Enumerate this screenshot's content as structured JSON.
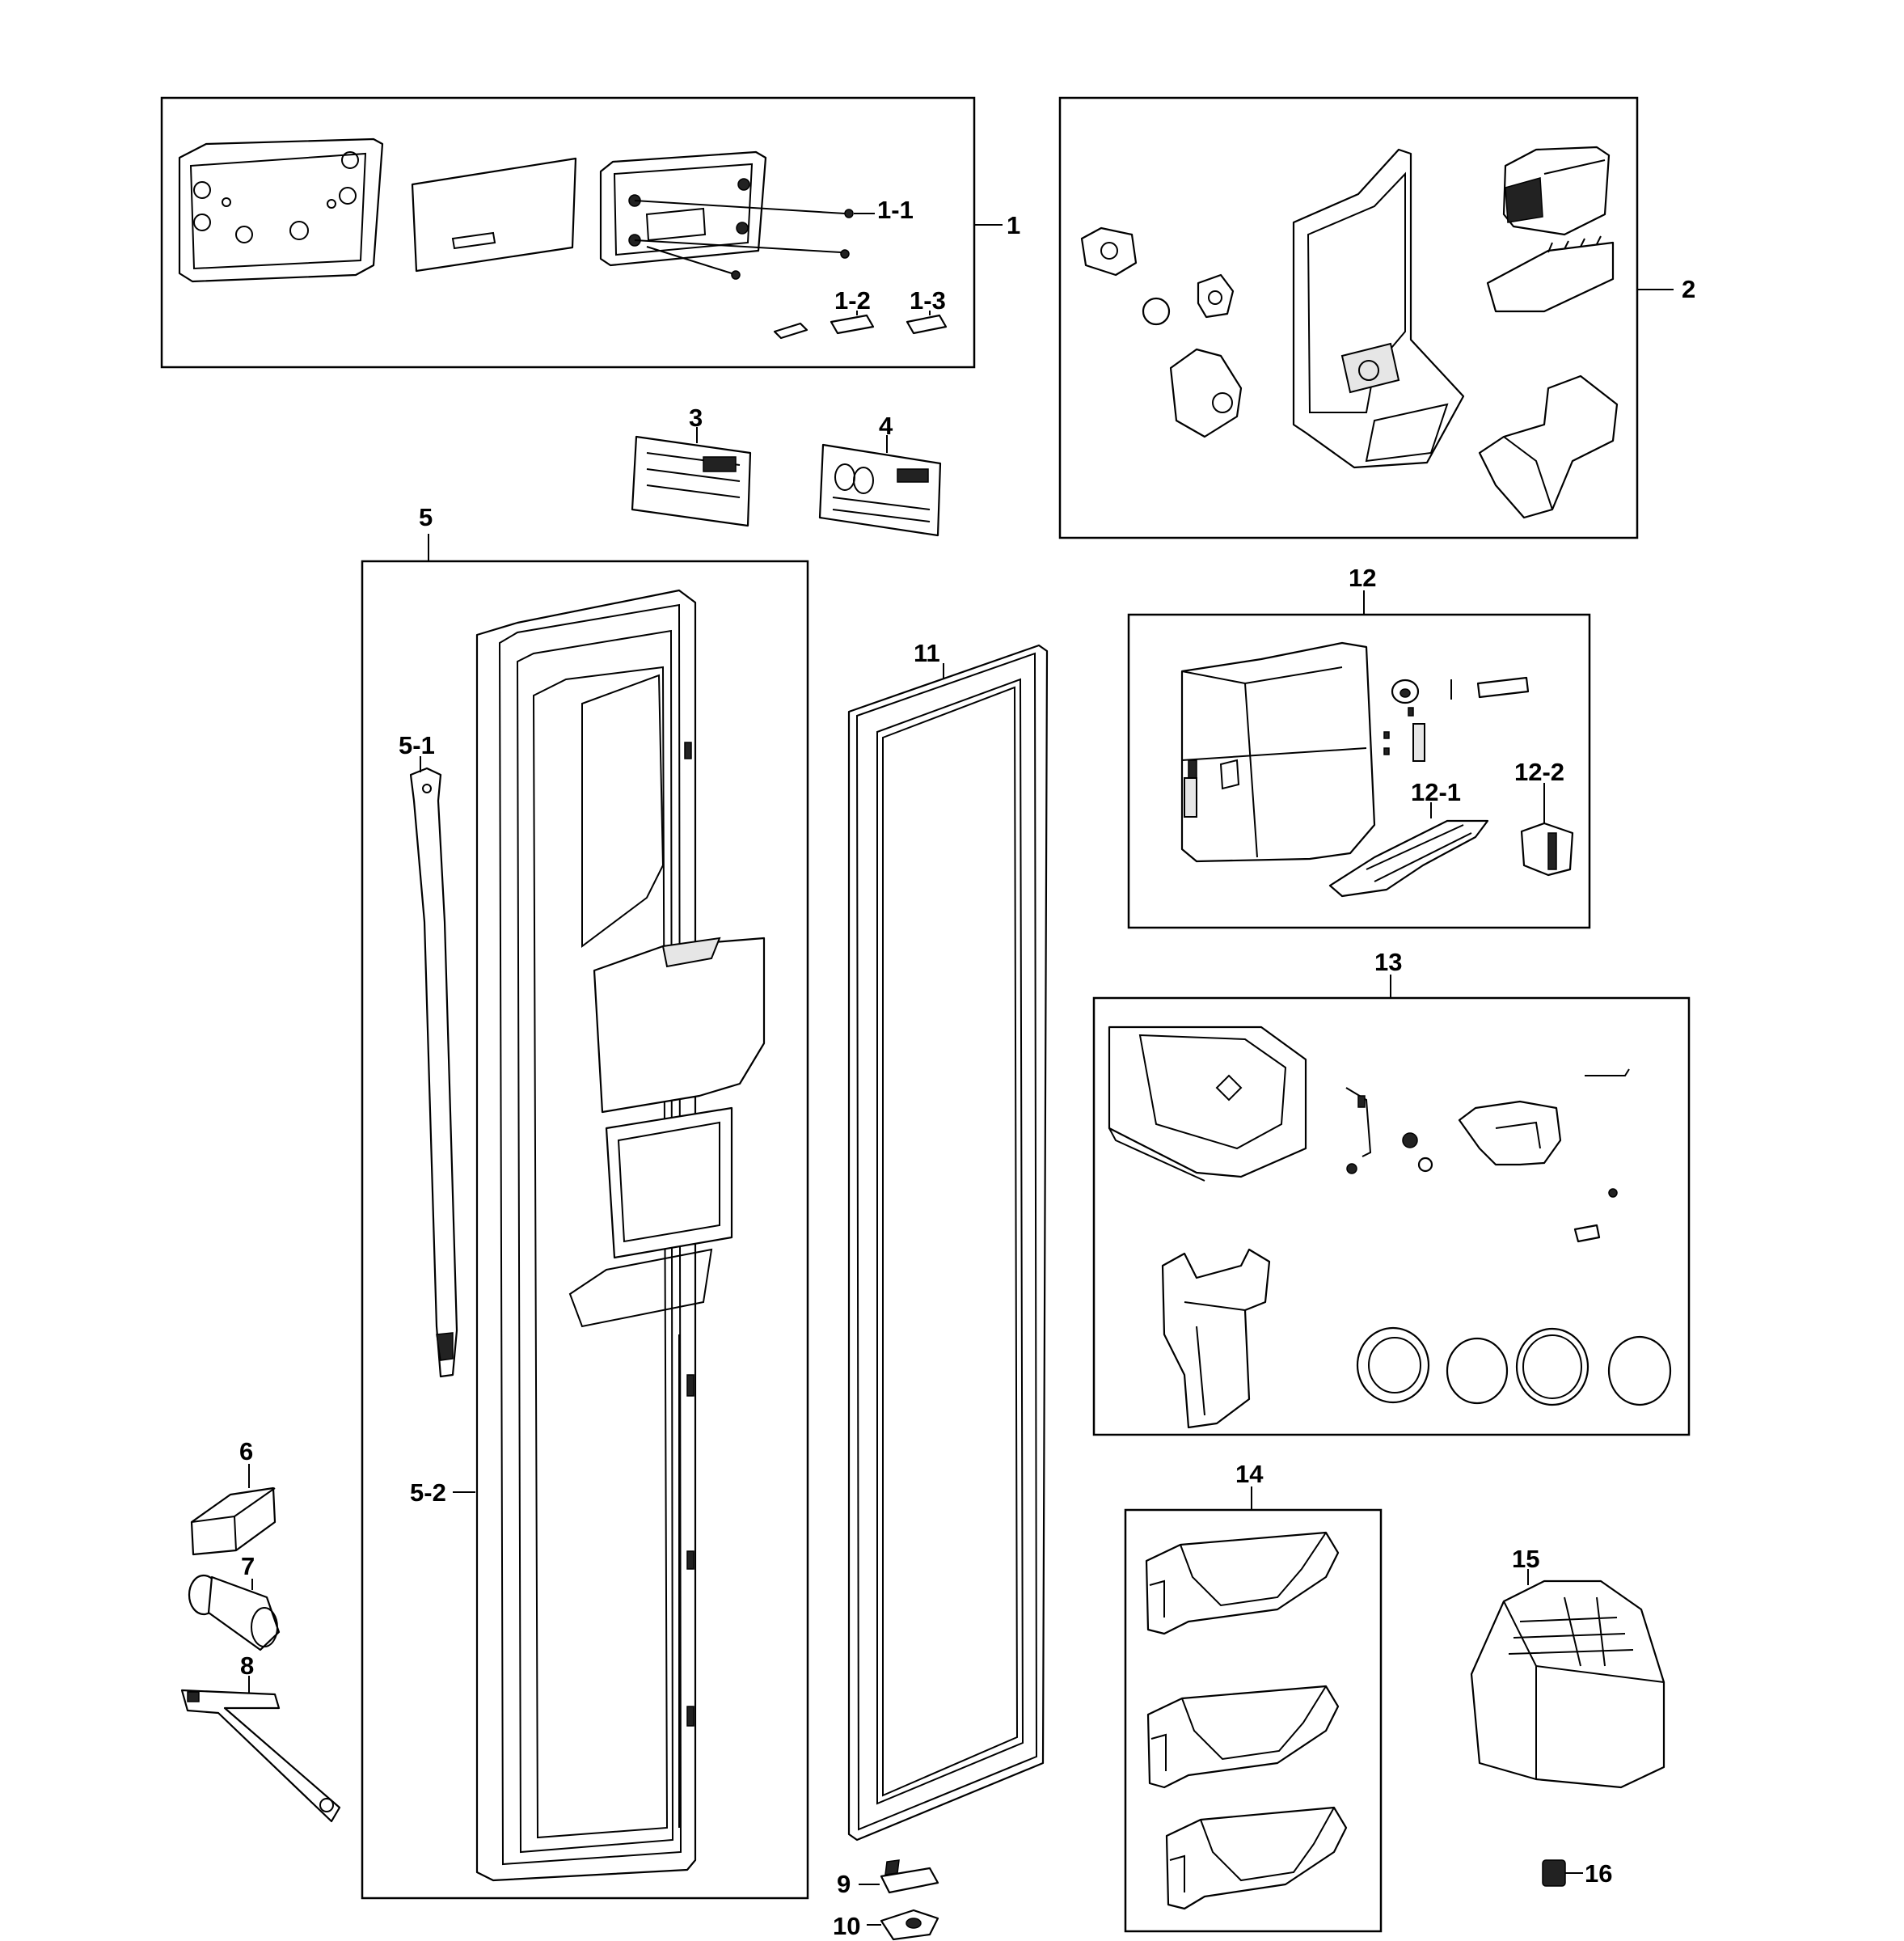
{
  "labels": {
    "p1": "1",
    "p1_1": "1-1",
    "p1_2": "1-2",
    "p1_3": "1-3",
    "p2": "2",
    "p3": "3",
    "p4": "4",
    "p5": "5",
    "p5_1": "5-1",
    "p5_2": "5-2",
    "p6": "6",
    "p7": "7",
    "p8": "8",
    "p9": "9",
    "p10": "10",
    "p11": "11",
    "p12": "12",
    "p12_1": "12-1",
    "p12_2": "12-2",
    "p13": "13",
    "p14": "14",
    "p15": "15",
    "p16": "16"
  }
}
